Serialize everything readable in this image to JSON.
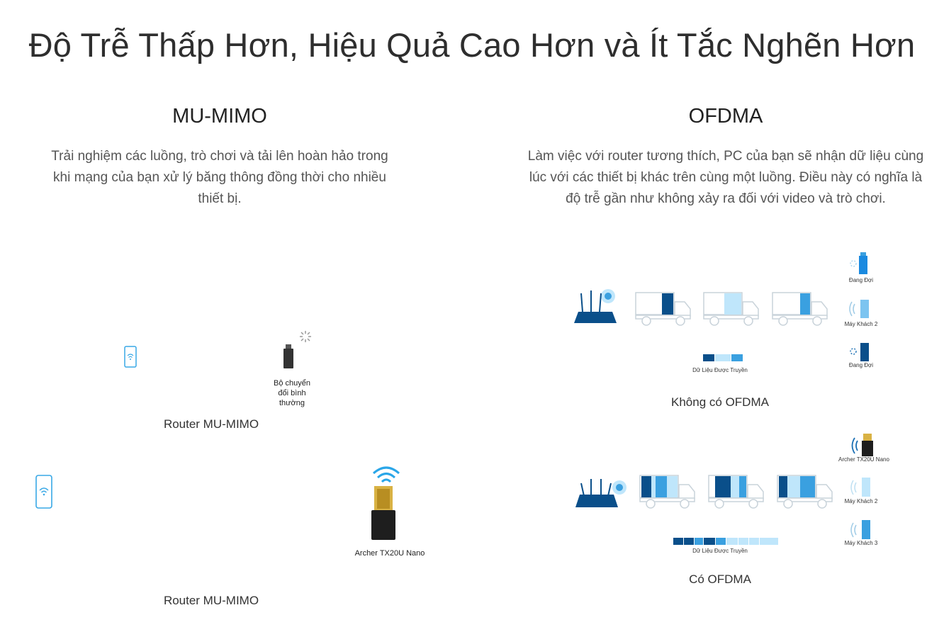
{
  "heading": "Độ Trễ Thấp Hơn, Hiệu Quả Cao Hơn và Ít Tắc Nghẽn Hơn",
  "mumimo": {
    "title": "MU-MIMO",
    "description": "Trải nghiệm các luồng, trò chơi và tải lên hoàn hảo trong khi mạng của bạn xử lý băng thông đồng thời cho nhiều thiết bị.",
    "top_adapter_label": "Bộ chuyển đổi bình thường",
    "top_router_label": "Router MU-MIMO",
    "bottom_adapter_label": "Archer TX20U Nano",
    "bottom_router_label": "Router MU-MIMO"
  },
  "ofdma": {
    "title": "OFDMA",
    "description": "Làm việc với router tương thích, PC của bạn sẽ nhận dữ liệu cùng lúc với các thiết bị khác trên cùng một luồng. Điều này có nghĩa là độ trễ gần như không xảy ra đối với video và trò chơi.",
    "without": {
      "client_1": "Đang Đợi",
      "client_2": "Máy Khách 2",
      "client_3": "Đang Đợi",
      "data_label": "Dữ Liệu Được Truyền",
      "caption": "Không có OFDMA"
    },
    "with": {
      "client_1": "Archer TX20U Nano",
      "client_2": "Máy Khách 2",
      "client_3": "Máy Khách 3",
      "data_label": "Dữ Liệu Được Truyền",
      "caption": "Có OFDMA"
    }
  },
  "colors": {
    "accent_dark": "#0a4f8a",
    "accent_mid": "#3aa0e0",
    "accent_light": "#bfe6fb",
    "router": "#3a3c3f"
  }
}
